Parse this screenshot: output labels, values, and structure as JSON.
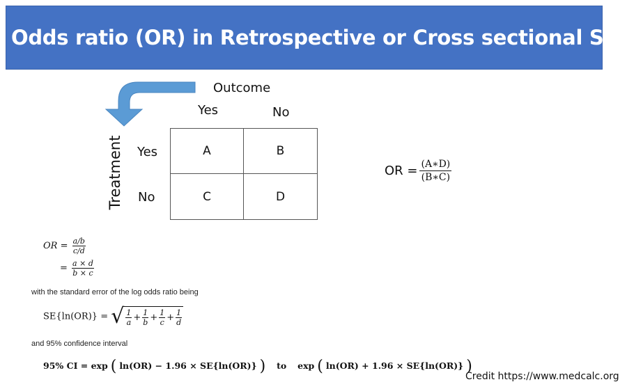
{
  "banner": {
    "title": "Odds ratio (OR) in Retrospective or Cross sectional Study",
    "color": "#4472c4"
  },
  "table": {
    "outcome_label": "Outcome",
    "treatment_label": "Treatment",
    "col_headers": [
      "Yes",
      "No"
    ],
    "row_headers": [
      "Yes",
      "No"
    ],
    "cells": [
      [
        "A",
        "B"
      ],
      [
        "C",
        "D"
      ]
    ]
  },
  "or_formula": {
    "lhs": "OR =",
    "numerator": "(A∗D)",
    "denominator": "(B∗C)"
  },
  "formulas": {
    "or_lhs": "OR",
    "eq": "=",
    "f1_num": "a/b",
    "f1_den": "c/d",
    "f2_num": "a × d",
    "f2_den": "b × c",
    "se_text": "with the standard error of the log odds ratio being",
    "se_lhs": "SE{ln(OR)} =",
    "se_terms": [
      {
        "num": "1",
        "den": "a"
      },
      {
        "num": "1",
        "den": "b"
      },
      {
        "num": "1",
        "den": "c"
      },
      {
        "num": "1",
        "den": "d"
      }
    ],
    "plus": "+",
    "ci_text": "and 95% confidence interval",
    "ci_lhs": "95% CI = exp",
    "ci_lower": "ln(OR) − 1.96 × SE{ln(OR)}",
    "ci_to": "to",
    "ci_exp2": "exp",
    "ci_upper": "ln(OR) + 1.96 × SE{ln(OR)}"
  },
  "credit": "Credit https://www.medcalc.org"
}
